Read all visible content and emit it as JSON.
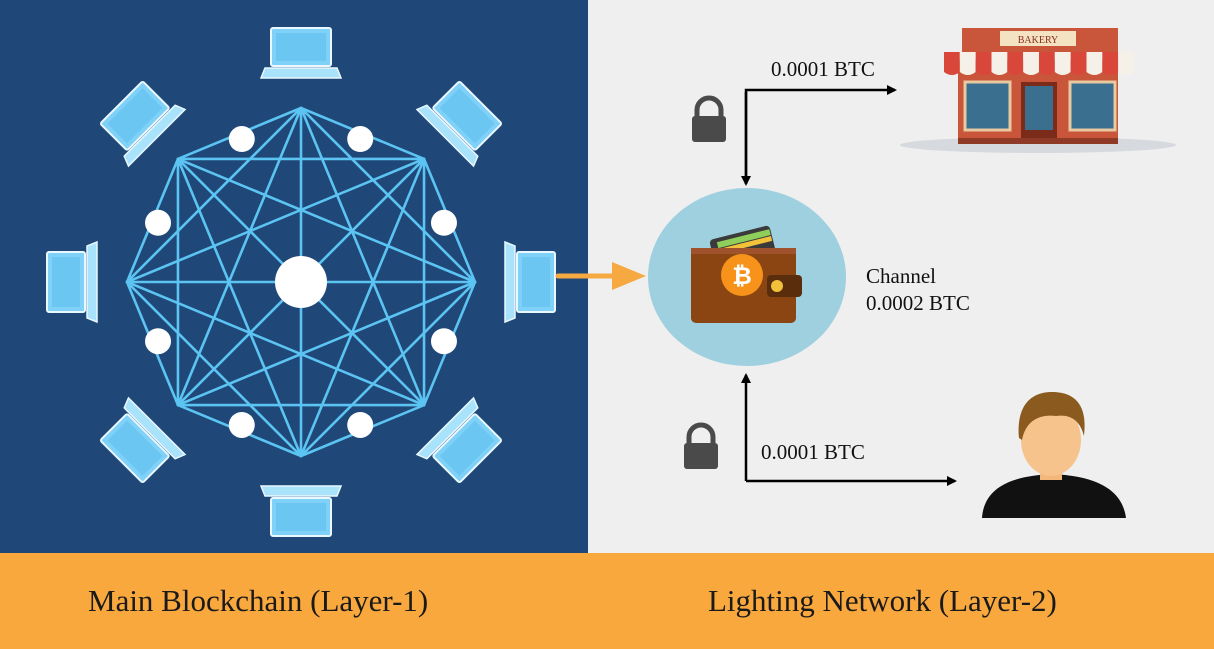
{
  "footer": {
    "layer1_caption": "Main Blockchain (Layer-1)",
    "layer2_caption": "Lighting Network (Layer-2)"
  },
  "right_panel": {
    "top_payment_label": "0.0001 BTC",
    "bottom_payment_label": "0.0001 BTC",
    "channel_label": "Channel",
    "channel_amount": "0.0002 BTC",
    "bakery_sign": "BAKERY",
    "bitcoin_symbol": "₿"
  },
  "icons": [
    "laptop-icon",
    "lock-icon",
    "wallet-icon",
    "bitcoin-icon",
    "bakery-store-icon",
    "user-icon",
    "arrow-icon"
  ],
  "colors": {
    "left_background": "#1f4878",
    "right_background": "#efefef",
    "footer_background": "#f9a83e",
    "network_lines": "#5cc4f2",
    "channel_circle": "#9fd0e0",
    "connector_arrow": "#f6a940"
  }
}
